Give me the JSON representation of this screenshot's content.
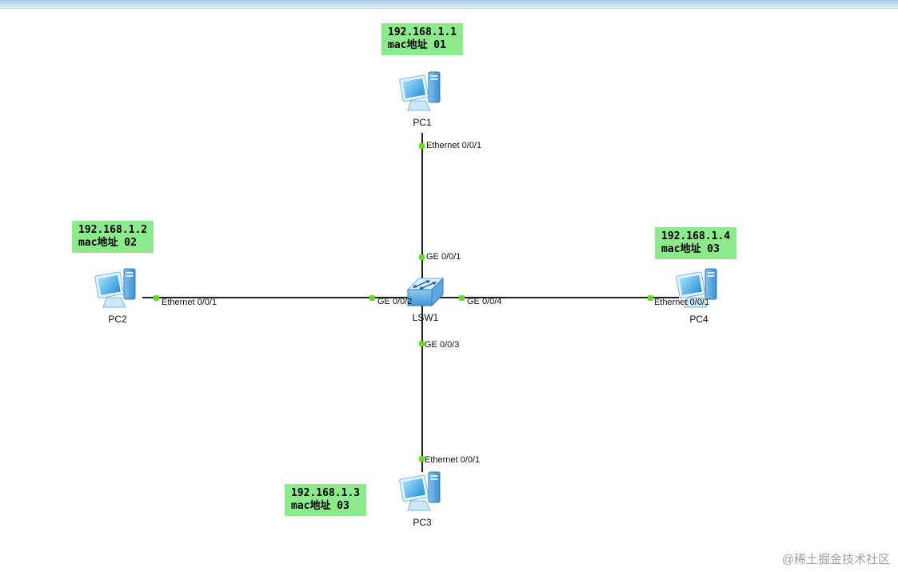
{
  "colors": {
    "note_bg": "#8ce98c",
    "dot": "#63dd1d",
    "link": "#222222",
    "titlebar_top": "#a6c9e6",
    "titlebar_bottom": "#e4eff8"
  },
  "devices": {
    "pc1": {
      "label": "PC1",
      "type": "pc"
    },
    "pc2": {
      "label": "PC2",
      "type": "pc"
    },
    "pc3": {
      "label": "PC3",
      "type": "pc"
    },
    "pc4": {
      "label": "PC4",
      "type": "pc"
    },
    "lsw1": {
      "label": "LSW1",
      "type": "switch"
    }
  },
  "notes": {
    "pc1": {
      "line1": "192.168.1.1",
      "line2": "mac地址 01"
    },
    "pc2": {
      "line1": "192.168.1.2",
      "line2": "mac地址 02"
    },
    "pc3": {
      "line1": "192.168.1.3",
      "line2": "mac地址 03"
    },
    "pc4": {
      "line1": "192.168.1.4",
      "line2": "mac地址 03"
    }
  },
  "ports": {
    "pc1_eth": "Ethernet 0/0/1",
    "ge1": "GE 0/0/1",
    "pc2_eth": "Ethernet 0/0/1",
    "ge2": "GE 0/0/2",
    "ge4": "GE 0/0/4",
    "pc4_eth": "Ethernet 0/0/1",
    "ge3": "GE 0/0/3",
    "pc3_eth": "Ethernet 0/0/1"
  },
  "watermark": {
    "text": "@稀土掘金技术社区"
  }
}
